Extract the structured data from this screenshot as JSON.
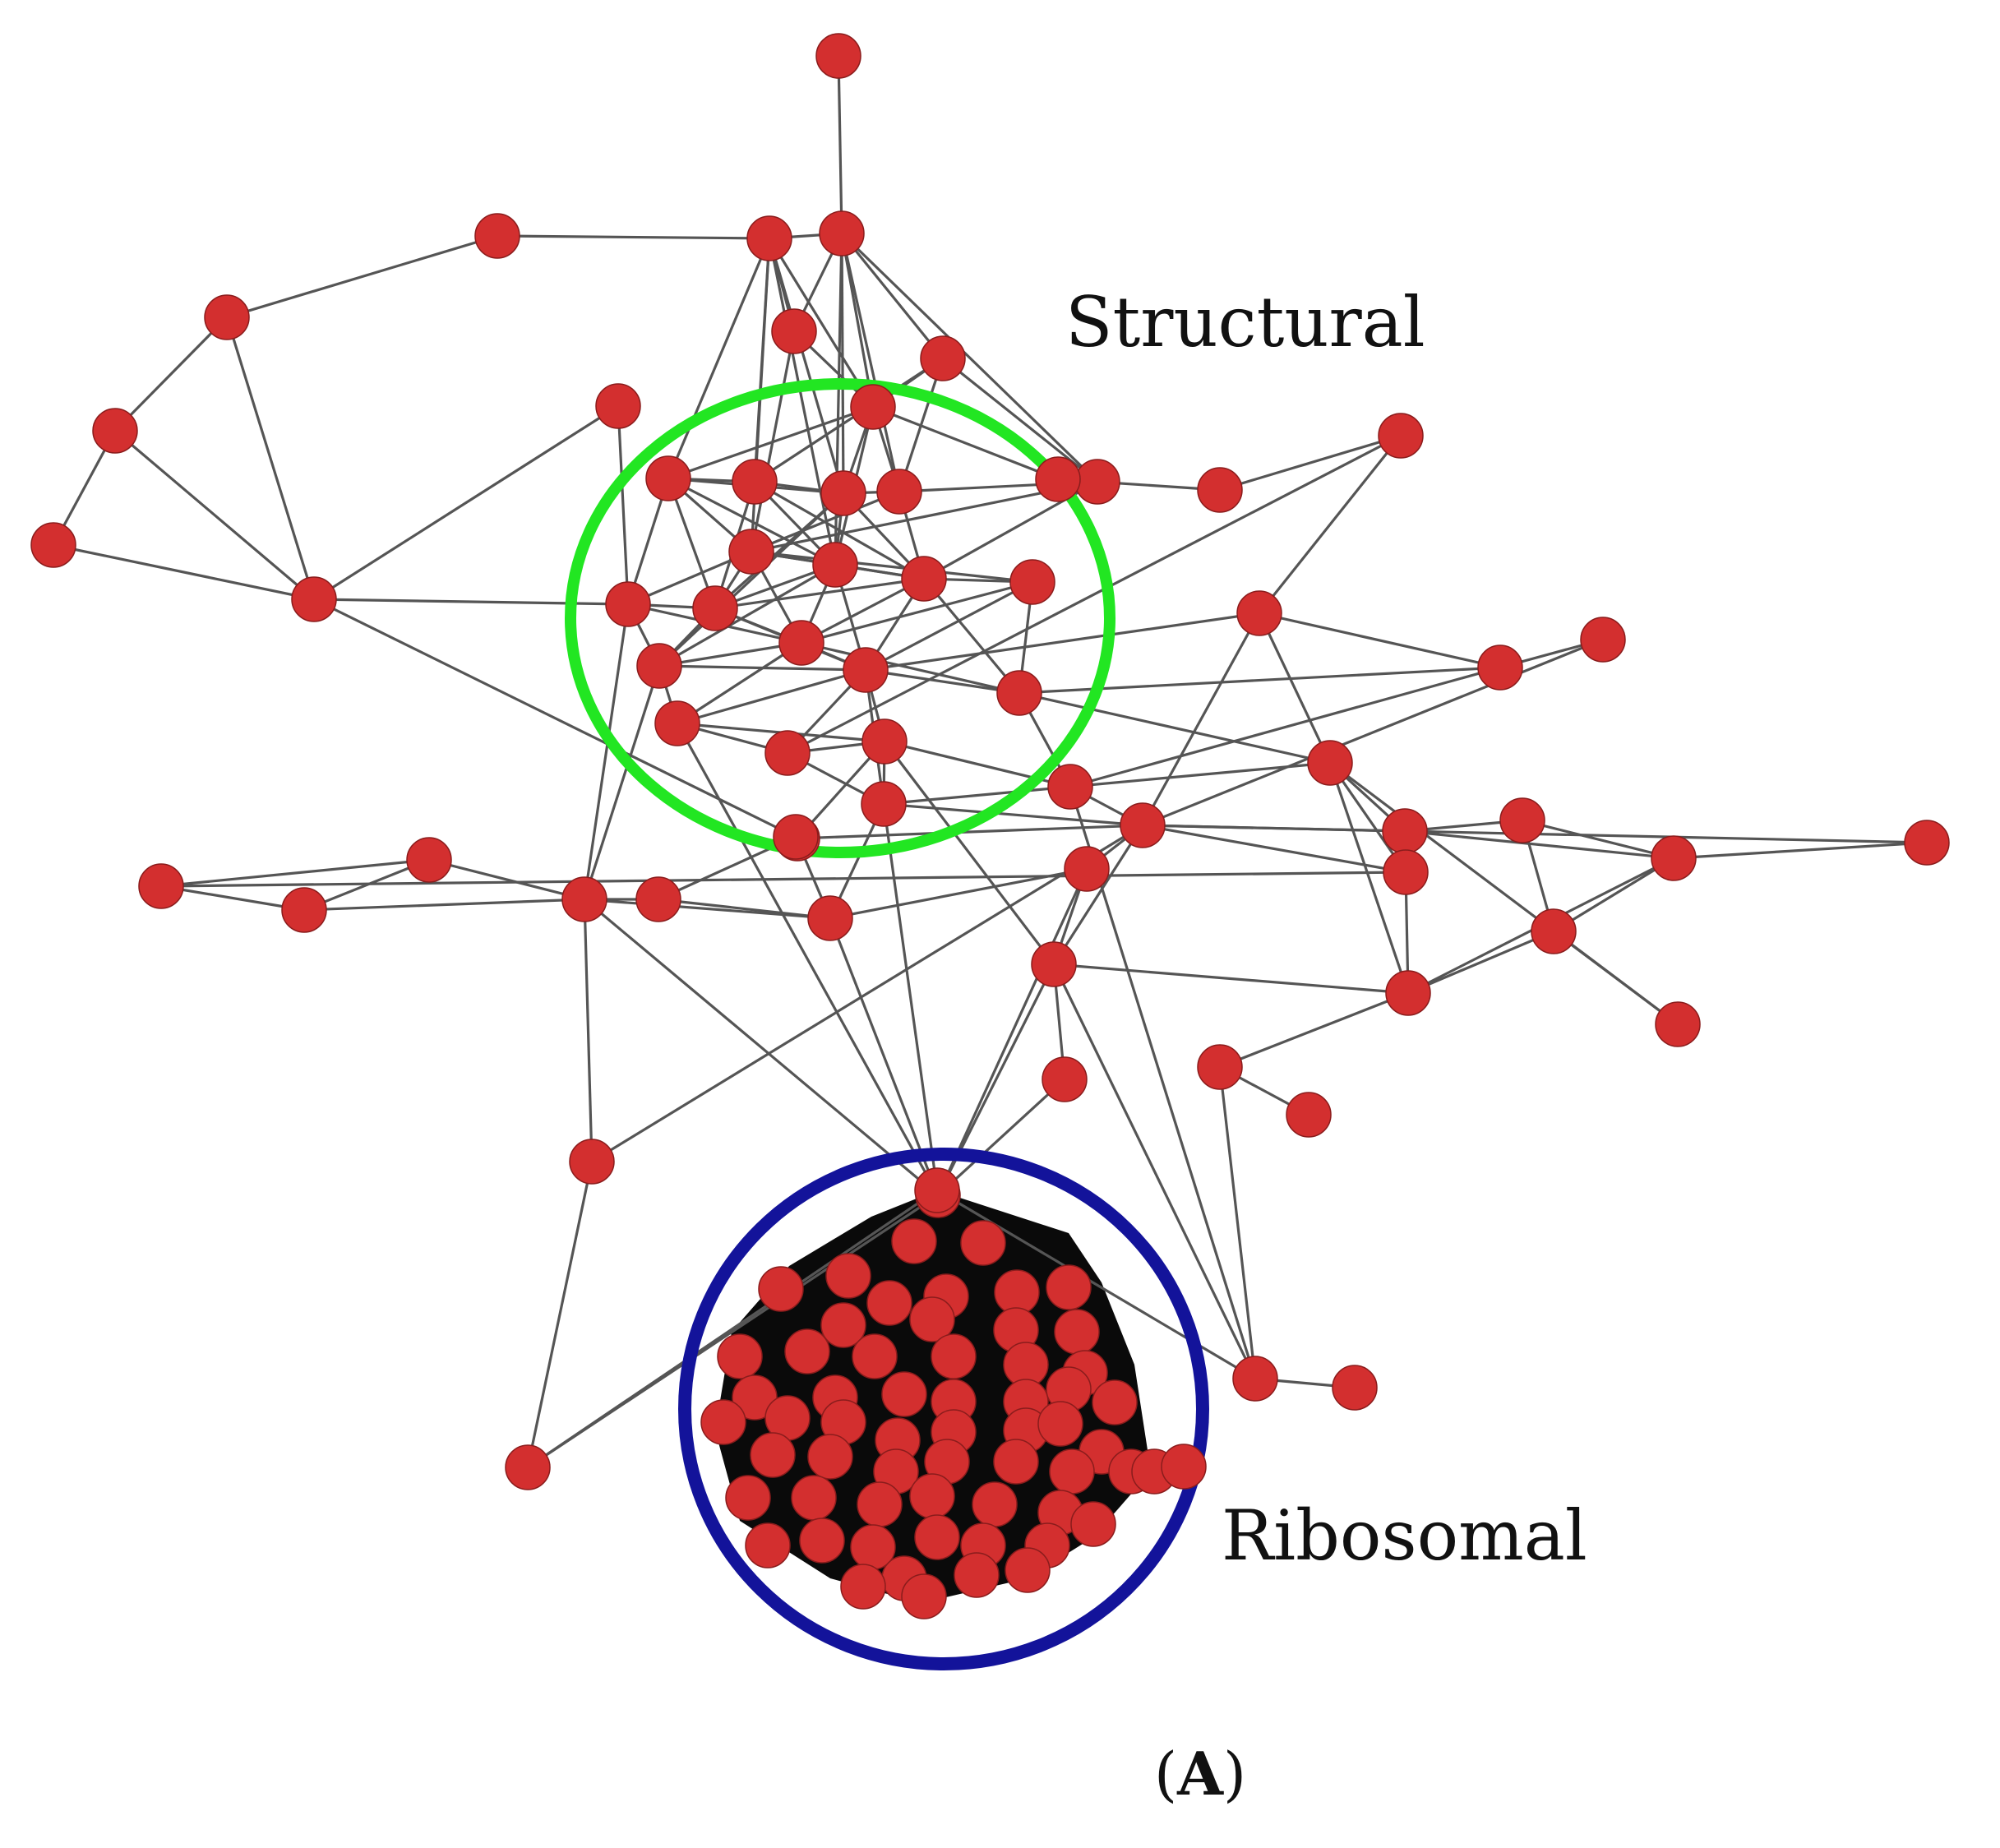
{
  "figure": {
    "clusters": [
      {
        "label": "Structural",
        "color": "#22e622"
      },
      {
        "label": "Ribosomal",
        "color": "#13139a"
      }
    ],
    "panel_label": "A"
  },
  "style": {
    "node_color": "#d32f2f",
    "edge_color": "#555555",
    "dense_fill": "#0a0a0a"
  }
}
